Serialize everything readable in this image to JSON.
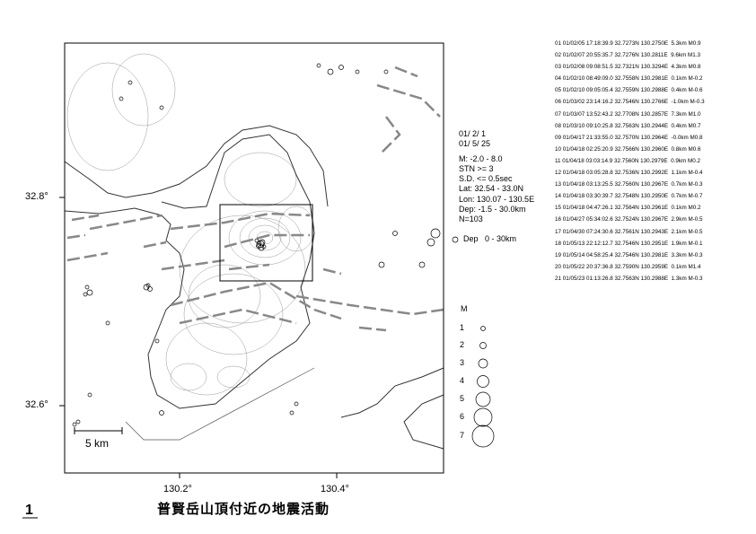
{
  "title": "普賢岳山頂付近の地震活動",
  "page_number": "1",
  "axes": {
    "lat_labels": [
      "32.8°",
      "32.6°"
    ],
    "lon_labels": [
      "130.2°",
      "130.4°"
    ]
  },
  "scale_bar": "5 km",
  "params": {
    "date_from": "01/ 2/ 1",
    "date_to": "01/ 5/ 25",
    "magnitude": "M: -2.0 - 8.0",
    "stations": "STN >= 3",
    "sd": "S.D. <= 0.5sec",
    "lat": "Lat: 32.54 - 33.0N",
    "lon": "Lon: 130.07 - 130.5E",
    "depth": "Dep: -1.5 - 30.0km",
    "count": "N=103"
  },
  "depth_legend": {
    "label": "Dep",
    "range": "0 -  30km"
  },
  "magnitude_legend": {
    "title": "M",
    "levels": [
      "1",
      "2",
      "3",
      "4",
      "5",
      "6",
      "7"
    ]
  },
  "events": [
    "01 01/02/05 17:18:39.9 32.7273N 130.2750E  5.3km M0.9",
    "02 01/02/07 20:55:35.7 32.7276N 130.2811E  9.6km M1.3",
    "03 01/02/08 09:08:51.5 32.7321N 130.3294E  4.3km M0.8",
    "04 01/02/10 08:49:09.0 32.7558N 130.2981E  0.1km M-0.2",
    "05 01/02/10 09:05:05.4 32.7559N 130.2988E  0.4km M-0.6",
    "06 01/03/02 23:14:16.2 32.7546N 130.2766E  -1.0km M-0.3",
    "07 01/03/07 13:52:43.2 32.7708N 130.2857E  7.3km M1.0",
    "08 01/03/10 09:10:25.8 32.7563N 130.2944E  0.4km M0.7",
    "09 01/04/17 21:33:55.0 32.7570N 130.2964E  -0.0km M0.8",
    "10 01/04/18 02:25:20.9 32.7566N 130.2960E  0.8km M0.6",
    "11 01/04/18 03:03:14.9 32.7560N 130.2979E  0.9km M0.2",
    "12 01/04/18 03:05:28.8 32.7536N 130.2992E  1.1km M-0.4",
    "13 01/04/18 03:13:25.5 32.7560N 130.2967E  0.7km M-0.3",
    "14 01/04/18 03:30:39.7 32.7548N 130.2950E  0.7km M-0.7",
    "15 01/04/18 04:47:26.1 32.7564N 130.2961E  0.1km M0.2",
    "16 01/04/27 05:34:02.6 32.7524N 130.2967E  2.9km M-0.5",
    "17 01/04/30 07:24:30.6 32.7561N 130.2943E  2.1km M-0.5",
    "18 01/05/13 22:12:12.7 32.7546N 130.2951E  1.9km M-0.1",
    "19 01/05/14 04:58:25.4 32.7546N 130.2981E  3.3km M-0.3",
    "20 01/05/22 20:37:36.8 32.7590N 130.2959E  0.1km M1.4",
    "21 01/05/23 01:13:26.8 32.7563N 130.2988E  1.3km M-0.3"
  ]
}
